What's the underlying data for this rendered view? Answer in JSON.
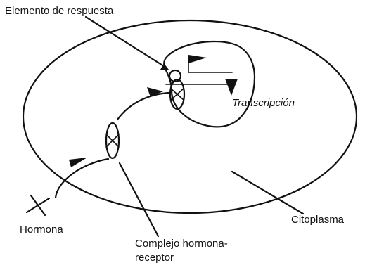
{
  "labels": {
    "response_element": "Elemento de respuesta",
    "transcription": "Transcripción",
    "hormone": "Hormona",
    "complex_line1": "Complejo hormona-",
    "complex_line2": "receptor",
    "cytoplasm": "Citoplasma"
  }
}
